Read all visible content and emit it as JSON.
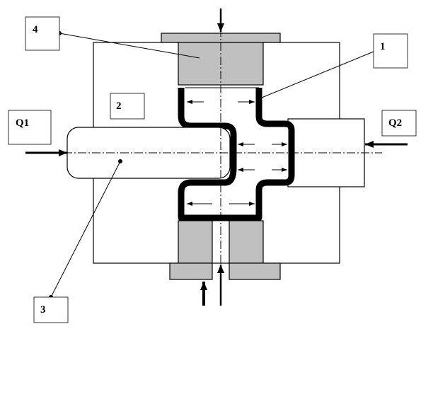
{
  "labels": {
    "part_4": "4",
    "part_1": "1",
    "part_2": "2",
    "part_3": "3",
    "q1": "Q1",
    "q2": "Q2"
  },
  "colors": {
    "stroke": "#000000",
    "block_fill": "#c0c0c0",
    "background": "#ffffff"
  }
}
